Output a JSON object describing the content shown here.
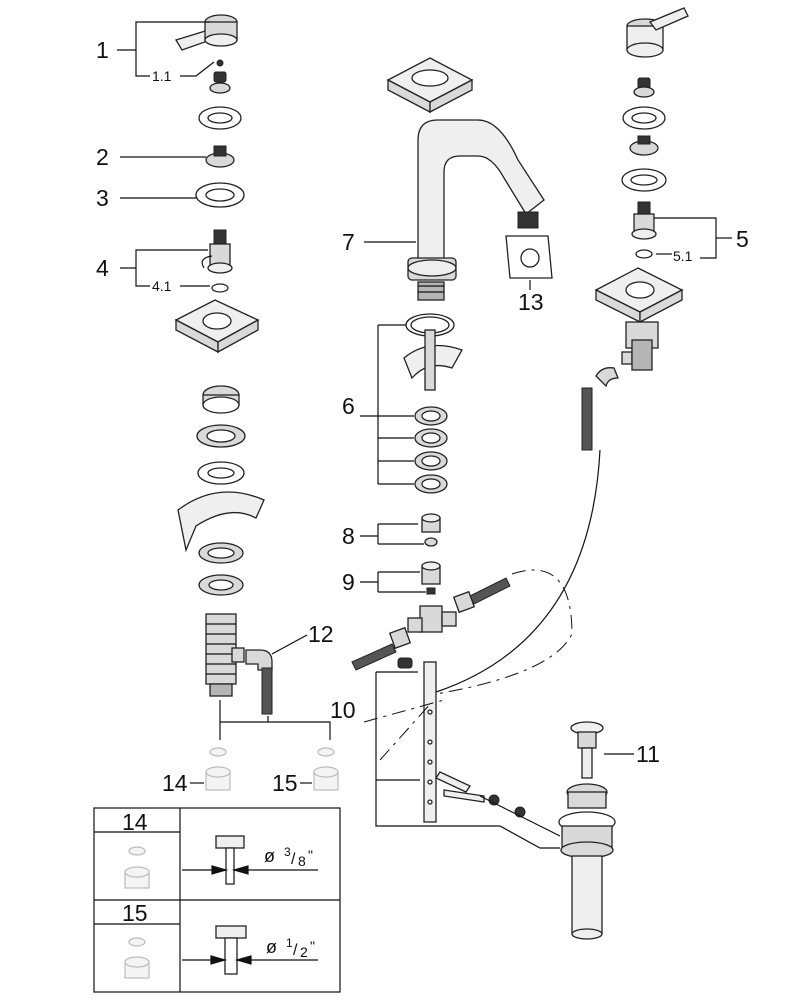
{
  "callouts": {
    "c1": "1",
    "c1_1": "1.1",
    "c2": "2",
    "c3": "3",
    "c4": "4",
    "c4_1": "4.1",
    "c5": "5",
    "c5_1": "5.1",
    "c6": "6",
    "c7": "7",
    "c8": "8",
    "c9": "9",
    "c10": "10",
    "c11": "11",
    "c12": "12",
    "c13": "13",
    "c14": "14",
    "c15": "15"
  },
  "size_table": {
    "row1": {
      "label": "14",
      "dia_symbol": "ø",
      "whole": "3",
      "denom": "8",
      "unit": "\""
    },
    "row2": {
      "label": "15",
      "dia_symbol": "ø",
      "whole": "1",
      "denom": "2",
      "unit": "\""
    }
  },
  "icons": {
    "lever_handle": "lever-handle-icon",
    "cartridge": "cartridge-icon",
    "flange": "square-flange-icon",
    "spout": "spout-icon",
    "pop_up_drain": "pop-up-drain-icon",
    "hose": "braided-hose-icon"
  },
  "colors": {
    "line": "#111111",
    "part_fill": "#d9d9d9",
    "dark_part": "#333333"
  }
}
